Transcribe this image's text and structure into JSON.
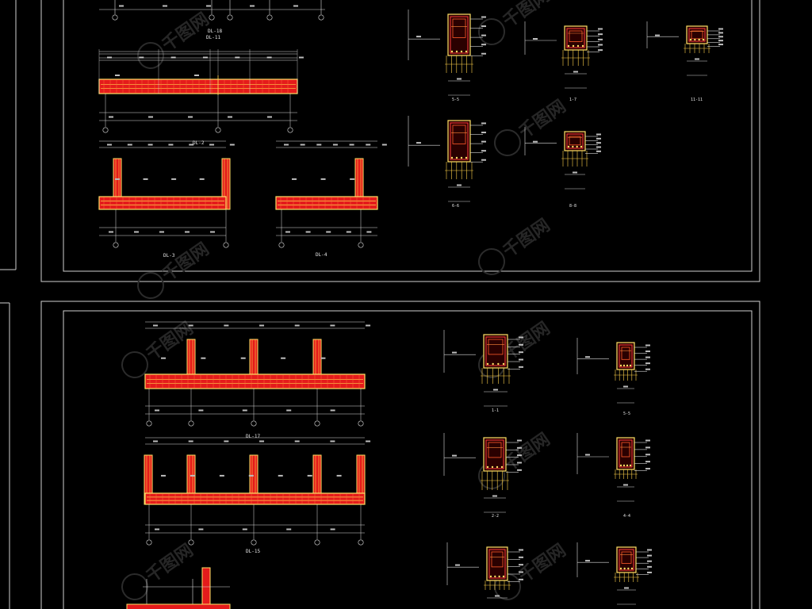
{
  "sheet_top": {
    "beam_labels": [
      "DL-18",
      "DL-11",
      "DL-2",
      "DL-3",
      "DL-4"
    ],
    "section_labels": [
      "5-5",
      "1-7",
      "11-11",
      "6-6",
      "8-8"
    ]
  },
  "sheet_bottom": {
    "beam_labels": [
      "DL-17",
      "DL-15"
    ],
    "section_labels": [
      "1-1",
      "5-5",
      "2-2",
      "4-4"
    ]
  },
  "watermark": "千图网",
  "colors": {
    "background": "#000000",
    "frame": "#d8d8d8",
    "beam_body": "#e41b1b",
    "beam_outline": "#ffe266",
    "stirrup": "#ff3b3b",
    "dimension": "#dcdcdc"
  }
}
